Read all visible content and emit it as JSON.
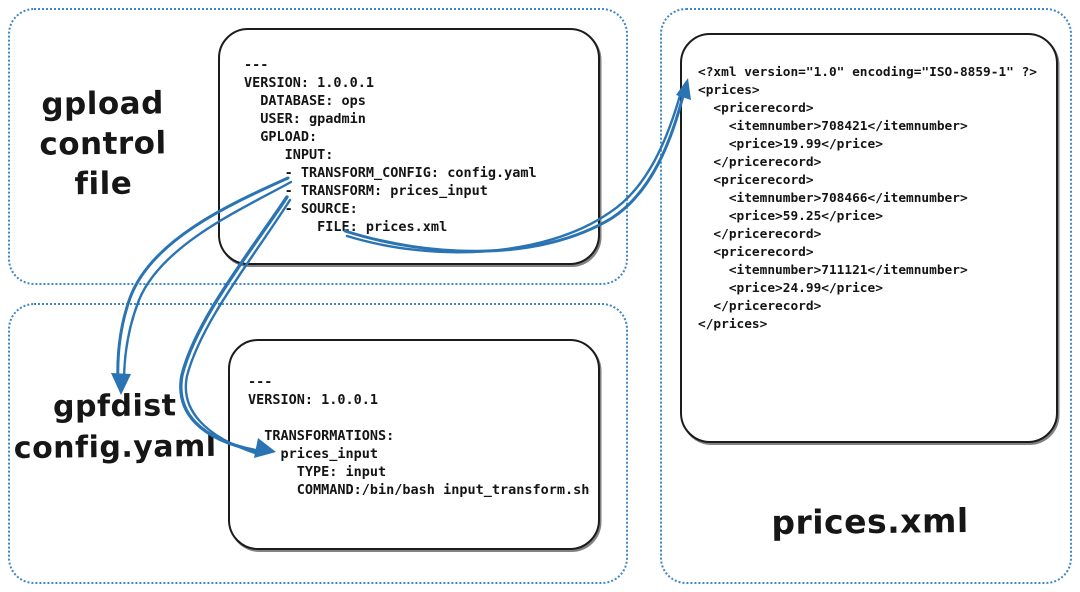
{
  "title": "gpload / gpfdist transform diagram",
  "colors": {
    "arrow": "#2b74b3",
    "dashed_border": "#3f86c7",
    "box_border": "#1c1c1c",
    "text": "#141414",
    "background": "#ffffff"
  },
  "panels": {
    "gpload": {
      "label_lines": [
        "gpload",
        "control",
        "file"
      ],
      "code_lines": [
        "---",
        "VERSION: 1.0.0.1",
        "  DATABASE: ops",
        "  USER: gpadmin",
        "  GPLOAD:",
        "     INPUT:",
        "     - TRANSFORM_CONFIG: config.yaml",
        "     - TRANSFORM: prices_input",
        "     - SOURCE:",
        "         FILE: prices.xml"
      ]
    },
    "config_yaml": {
      "label_lines": [
        "gpfdist",
        "config.yaml"
      ],
      "code_lines": [
        "---",
        "VERSION: 1.0.0.1",
        "",
        "  TRANSFORMATIONS:",
        "    prices_input",
        "      TYPE: input",
        "      COMMAND:/bin/bash input_transform.sh"
      ]
    },
    "prices_xml": {
      "label": "prices.xml",
      "code_lines": [
        "<?xml version=\"1.0\" encoding=\"ISO-8859-1\" ?>",
        "<prices>",
        "  <pricerecord>",
        "    <itemnumber>708421</itemnumber>",
        "    <price>19.99</price>",
        "  </pricerecord>",
        "  <pricerecord>",
        "    <itemnumber>708466</itemnumber>",
        "    <price>59.25</price>",
        "  </pricerecord>",
        "  <pricerecord>",
        "    <itemnumber>711121</itemnumber>",
        "    <price>24.99</price>",
        "  </pricerecord>",
        "</prices>"
      ]
    }
  },
  "arrows": [
    {
      "name": "config-ref-arrow",
      "from": "TRANSFORM_CONFIG: config.yaml",
      "to": "gpfdist config.yaml"
    },
    {
      "name": "transform-ref-arrow",
      "from": "TRANSFORM: prices_input",
      "to": "prices_input (TRANSFORMATIONS)"
    },
    {
      "name": "source-file-arrow",
      "from": "FILE: prices.xml",
      "to": "prices.xml document"
    }
  ]
}
